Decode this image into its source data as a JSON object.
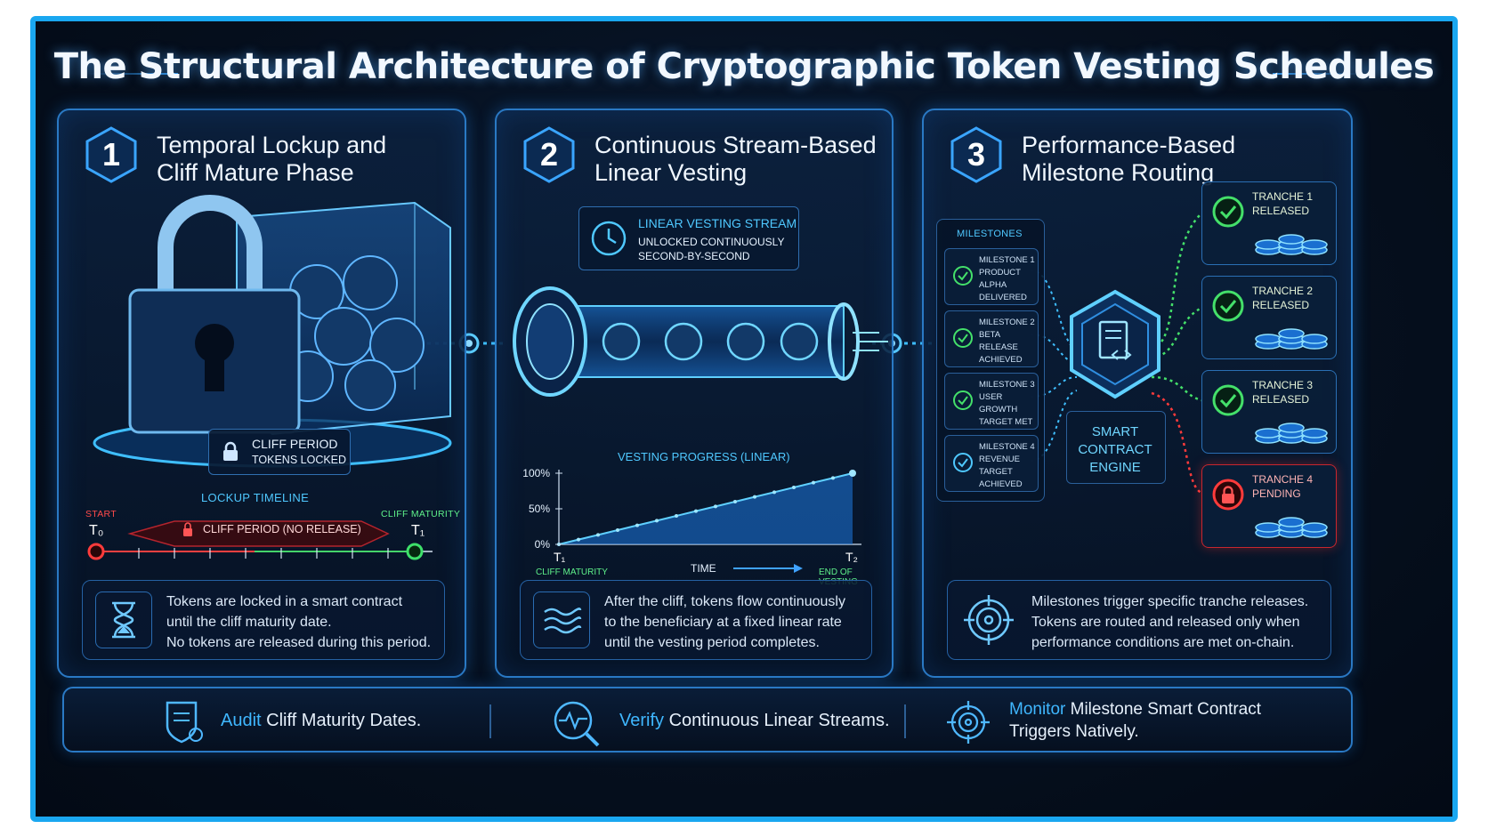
{
  "title": "The Structural Architecture of Cryptographic Token Vesting Schedules",
  "colors": {
    "accent": "#1aa7f0",
    "green": "#3ee06a",
    "red": "#ff3b3b",
    "cyan": "#4fc8ff"
  },
  "panels": [
    {
      "number": "1",
      "title": "Temporal Lockup and\nCliff Mature Phase",
      "lock_label_1": "CLIFF PERIOD",
      "lock_label_2": "TOKENS LOCKED",
      "timeline_label": "LOCKUP TIMELINE",
      "start_label": "START",
      "start_t": "T₀",
      "cliff_label": "CLIFF MATURITY",
      "cliff_t": "T₁",
      "cliff_bar": "CLIFF PERIOD (NO RELEASE)",
      "desc_icon": "hourglass-icon",
      "description": "Tokens are locked in a smart contract\nuntil the cliff maturity date.\nNo tokens are released during this period."
    },
    {
      "number": "2",
      "title": "Continuous Stream-Based\nLinear Vesting",
      "stream_title": "LINEAR VESTING STREAM",
      "stream_sub_1": "UNLOCKED CONTINUOUSLY",
      "stream_sub_2": "SECOND-BY-SECOND",
      "desc_icon": "waves-icon",
      "description": "After the cliff, tokens flow continuously\nto the beneficiary at a fixed linear rate\nuntil the vesting period completes."
    },
    {
      "number": "3",
      "title": "Performance-Based\nMilestone Routing",
      "milestones_label": "MILESTONES",
      "milestones": [
        {
          "text": "MILESTONE 1\nPRODUCT ALPHA\nDELIVERED"
        },
        {
          "text": "MILESTONE 2\nBETA RELEASE\nACHIEVED"
        },
        {
          "text": "MILESTONE 3\nUSER GROWTH\nTARGET MET"
        },
        {
          "text": "MILESTONE 4\nREVENUE TARGET\nACHIEVED"
        }
      ],
      "engine_label": "SMART\nCONTRACT\nENGINE",
      "tranches": [
        {
          "text": "TRANCHE 1\nRELEASED",
          "status": "released"
        },
        {
          "text": "TRANCHE 2\nRELEASED",
          "status": "released"
        },
        {
          "text": "TRANCHE 3\nRELEASED",
          "status": "released"
        },
        {
          "text": "TRANCHE 4\nPENDING",
          "status": "pending"
        }
      ],
      "desc_icon": "target-icon",
      "description": "Milestones trigger specific tranche releases.\nTokens are routed and released only when\nperformance conditions are met on-chain."
    }
  ],
  "chart_data": {
    "type": "area",
    "title": "VESTING PROGRESS (LINEAR)",
    "xlabel": "TIME",
    "ylabel": "",
    "x_start_label": "T₁",
    "x_start_sub": "CLIFF MATURITY",
    "x_end_label": "T₂",
    "x_end_sub": "END OF VESTING",
    "yticks": [
      "100%",
      "50%",
      "0%"
    ],
    "ylim": [
      0,
      100
    ],
    "x": [
      0,
      1,
      2,
      3,
      4,
      5,
      6,
      7,
      8,
      9,
      10,
      11,
      12,
      13,
      14,
      15
    ],
    "values": [
      0,
      6.7,
      13.3,
      20,
      26.7,
      33.3,
      40,
      46.7,
      53.3,
      60,
      66.7,
      73.3,
      80,
      86.7,
      93.3,
      100
    ]
  },
  "bottom": [
    {
      "keyword": "Audit",
      "text": " Cliff Maturity Dates.",
      "icon": "clipboard-shield-icon"
    },
    {
      "keyword": "Verify",
      "text": " Continuous Linear Streams.",
      "icon": "pulse-magnifier-icon"
    },
    {
      "keyword": "Monitor",
      "text": " Milestone Smart Contract",
      "text2": "Triggers Natively.",
      "icon": "target-icon"
    }
  ]
}
